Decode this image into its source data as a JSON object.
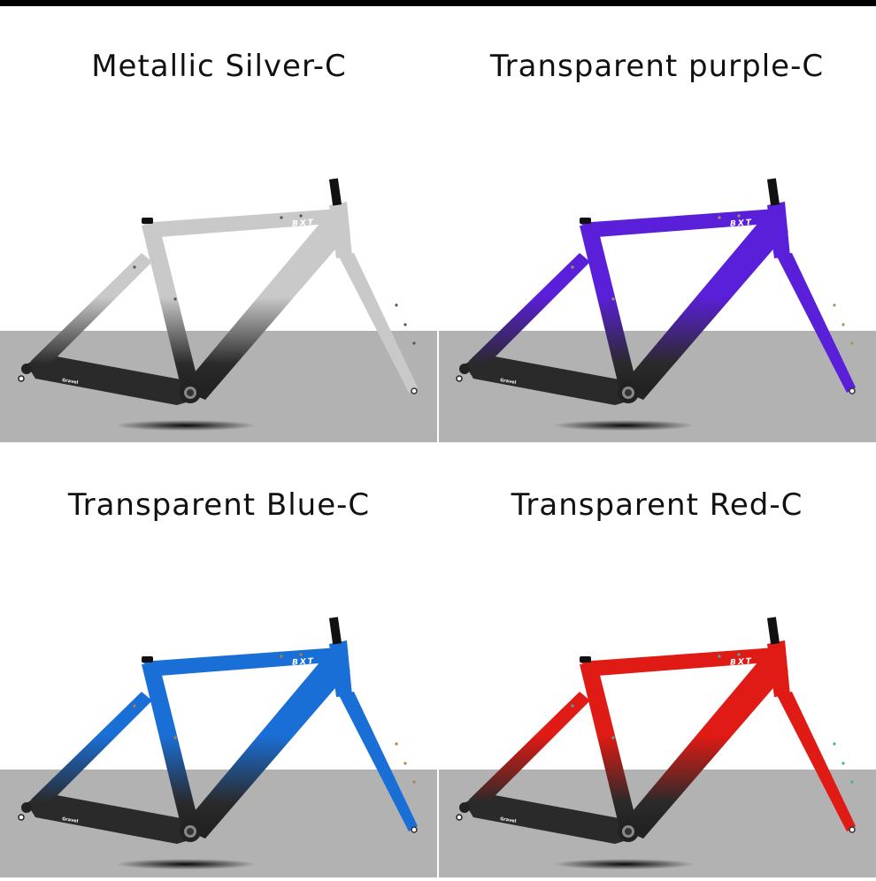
{
  "panels": [
    {
      "title": "Metallic Silver-C",
      "color": "#c9c9c9",
      "color_dark": "#9e9e9e",
      "bolt": "#555555"
    },
    {
      "title": "Transparent purple-C",
      "color": "#5a1fd8",
      "color_dark": "#3a10a6",
      "bolt": "#9a9a60"
    },
    {
      "title": "Transparent Blue-C",
      "color": "#1a6fd6",
      "color_dark": "#0e4fa8",
      "bolt": "#b08040"
    },
    {
      "title": "Transparent Red-C",
      "color": "#e01a14",
      "color_dark": "#a80e0a",
      "bolt": "#40b0a0"
    }
  ],
  "frame": {
    "brand_logo": "BXT",
    "model_label": "Gravel"
  },
  "colors": {
    "floor": "#b2b2b2",
    "carbon": "#2a2a2a",
    "top_bar": "#000000"
  }
}
